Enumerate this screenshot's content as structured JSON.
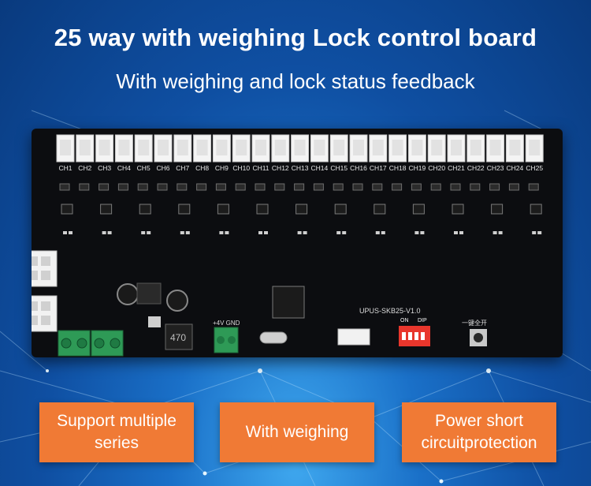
{
  "header": {
    "title": "25 way with weighing Lock control board",
    "subtitle": "With weighing and lock status feedback"
  },
  "board": {
    "channels": [
      "CH1",
      "CH2",
      "CH3",
      "CH4",
      "CH5",
      "CH6",
      "CH7",
      "CH8",
      "CH9",
      "CH10",
      "CH11",
      "CH12",
      "CH13",
      "CH14",
      "CH15",
      "CH16",
      "CH17",
      "CH18",
      "CH19",
      "CH20",
      "CH21",
      "CH22",
      "CH23",
      "CH24",
      "CH25"
    ],
    "model": "UPUS-SKB25-V1.0",
    "inductor_label": "470",
    "power_label": "+4V GND",
    "dip_on": "ON",
    "dip_word": "DIP",
    "button_label": "一键全开"
  },
  "features": [
    "Support multiple series",
    "With weighing",
    "Power short circuitprotection"
  ],
  "colors": {
    "accent_orange": "#f07a35",
    "background_blue": "#1a70c8",
    "board_black": "#0c0d10",
    "terminal_green": "#2e9a56",
    "dip_red": "#e8362c"
  }
}
